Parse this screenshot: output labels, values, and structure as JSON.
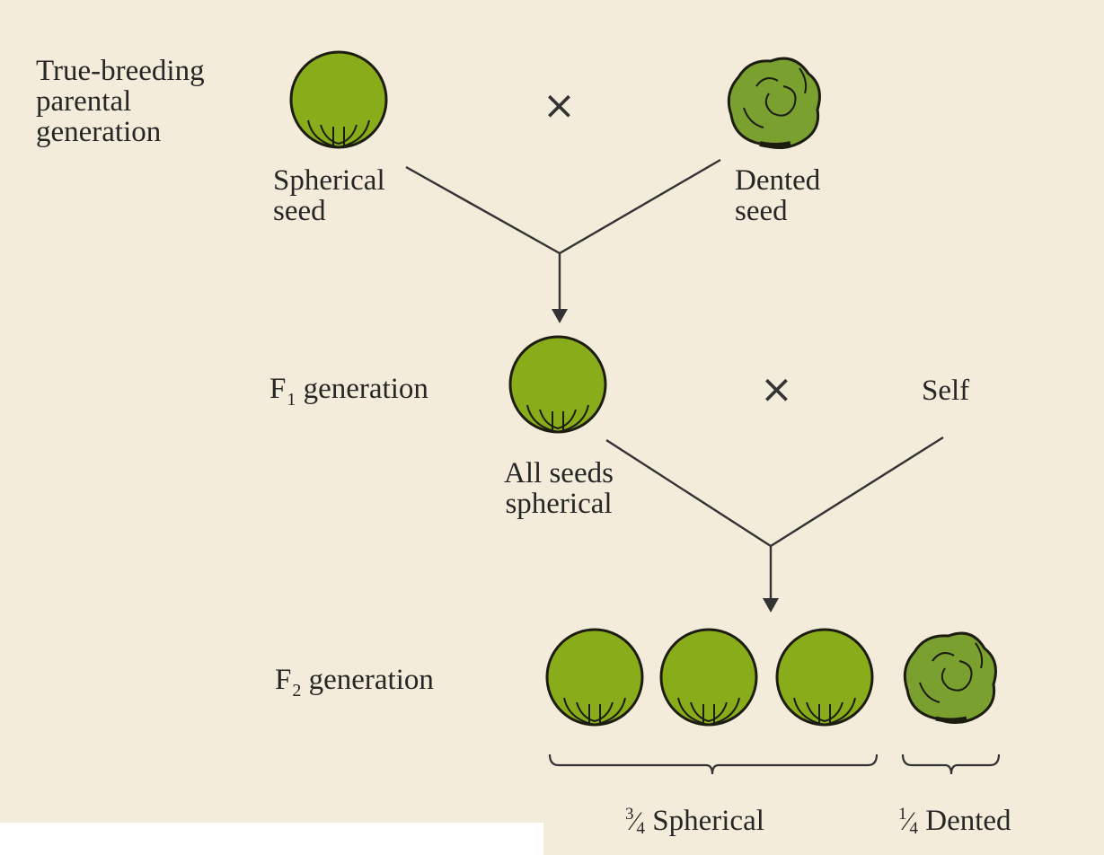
{
  "colors": {
    "background": "#f4ecda",
    "seed_fill": "#88ac1a",
    "seed_stroke": "#1c1c10",
    "dented_fill": "#7aa030",
    "line": "#333333",
    "text": "#262626"
  },
  "parental": {
    "row_label": "True-breeding\nparental\ngeneration",
    "left_seed_label": "Spherical\nseed",
    "right_seed_label": "Dented\nseed",
    "cross_symbol": "×"
  },
  "f1": {
    "row_label": "F",
    "row_label_sub": "1",
    "row_label_suffix": " generation",
    "seed_label": "All seeds\nspherical",
    "cross_symbol": "×",
    "self_label": "Self"
  },
  "f2": {
    "row_label": "F",
    "row_label_sub": "2",
    "row_label_suffix": " generation",
    "seeds": [
      "spherical",
      "spherical",
      "spherical",
      "dented"
    ],
    "spherical_fraction": {
      "numerator": "3",
      "denominator": "4",
      "label": " Spherical"
    },
    "dented_fraction": {
      "numerator": "1",
      "denominator": "4",
      "label": " Dented"
    }
  }
}
